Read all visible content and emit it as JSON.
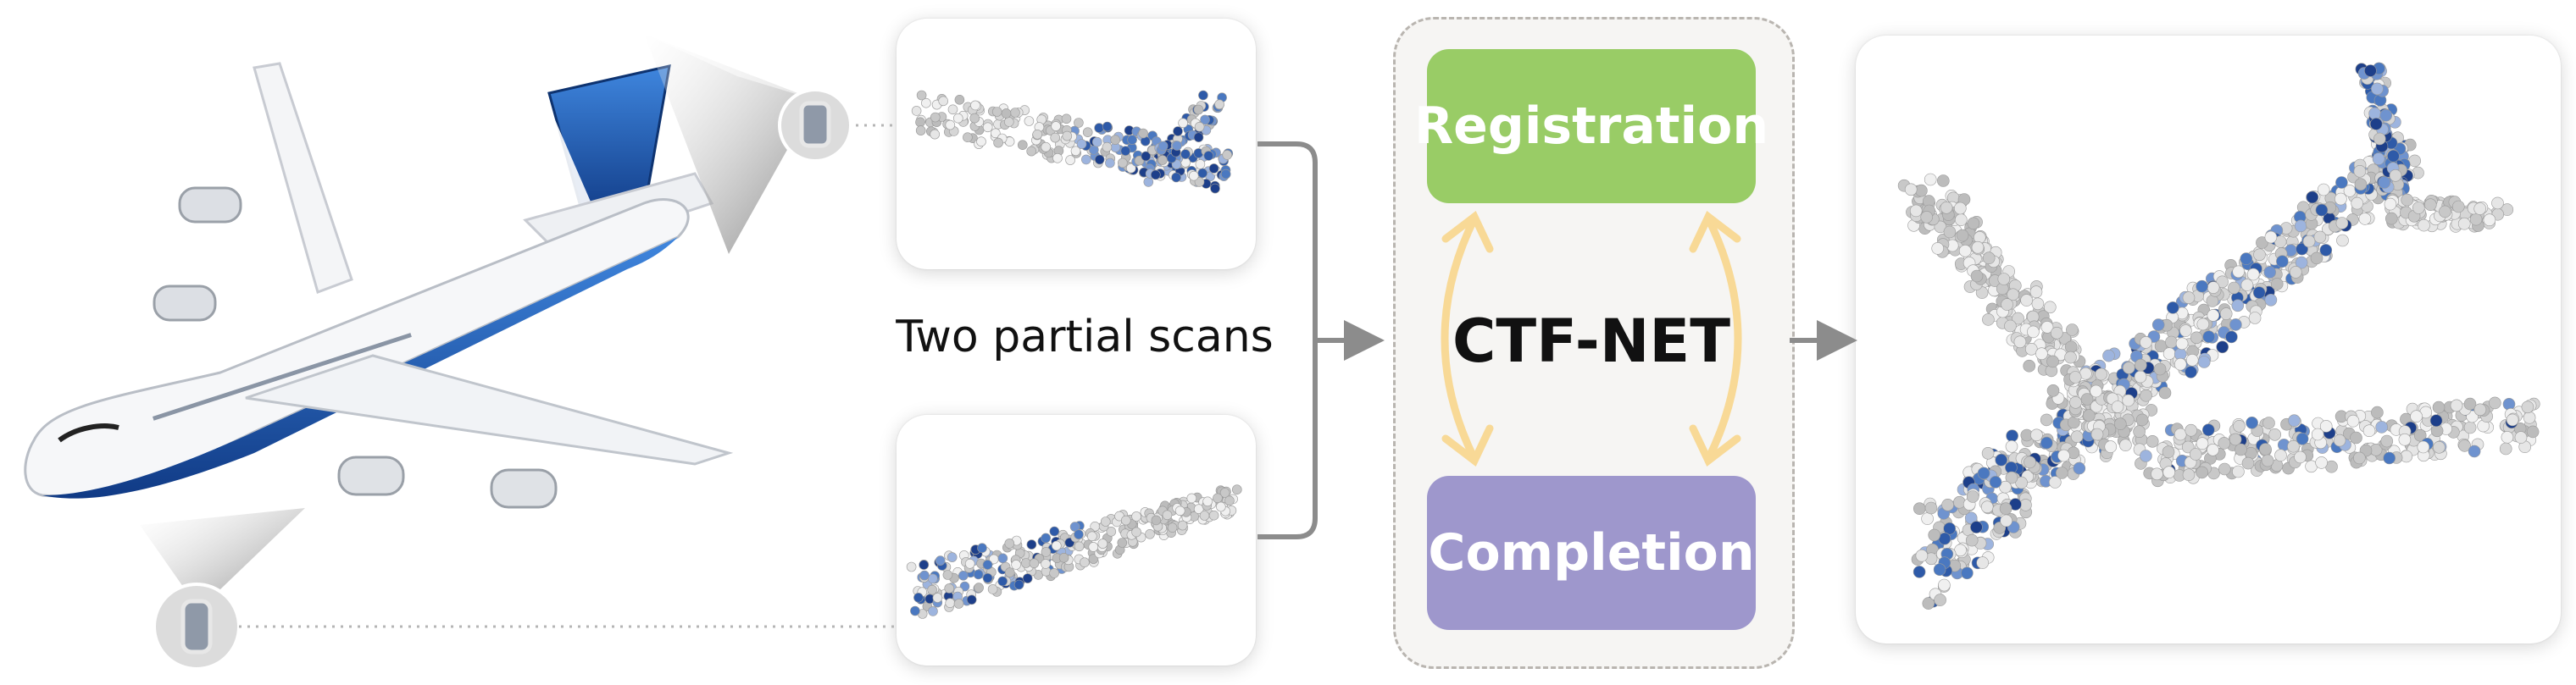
{
  "diagram": {
    "scans_label": "Two partial scans",
    "network_label": "CTF-NET",
    "registration_label": "Registration",
    "completion_label": "Completion"
  },
  "colors": {
    "registration": "#99cc66",
    "completion": "#9e97cc",
    "bidirectional_arrow": "#f8d996",
    "flow_arrow": "#8c8c8c",
    "airplane_blue": "#1f5cb8"
  }
}
